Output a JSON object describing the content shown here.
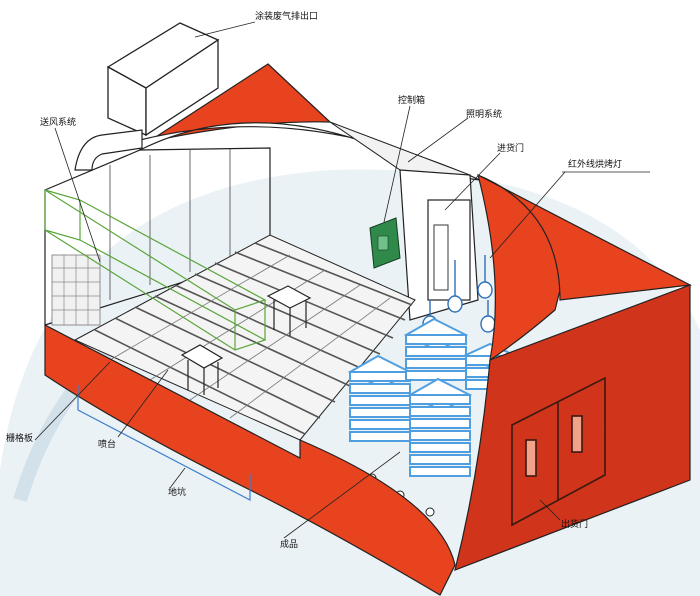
{
  "labels": {
    "exhaust": "涂装废气排出口",
    "control_box": "控制箱",
    "air_supply": "送风系统",
    "lighting": "照明系统",
    "entry_door": "进货门",
    "infrared_lamp": "红外线烘烤灯",
    "grating": "栅格板",
    "spray_table": "喷台",
    "pit": "地坑",
    "product": "成品",
    "exit_door": "出货门"
  },
  "colors": {
    "wall_red": "#e8431f",
    "wall_red_dark": "#d0341a",
    "product_blue": "#4f9fe0",
    "control_green": "#2f8a4a",
    "line": "#222222",
    "floor": "#555555",
    "globe": "#dbe7ef"
  }
}
